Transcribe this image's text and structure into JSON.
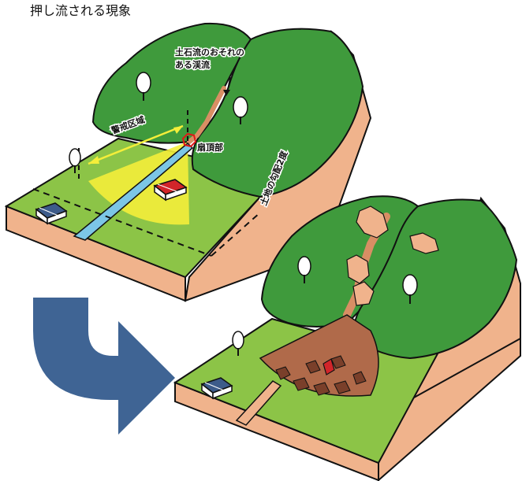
{
  "title": "押し流される現象",
  "labels": {
    "stream_line1": "土石流のおそれの",
    "stream_line2": "ある渓流",
    "warning_zone": "警戒区域",
    "fan_apex": "扇頂部",
    "slope_angle": "土地の勾配2度"
  },
  "colors": {
    "mountain": "#3f9a3c",
    "mountain_dark": "#2d7a2c",
    "flat_green": "#8cc447",
    "soil": "#f0b38c",
    "soil_dark": "#d88e64",
    "stream": "#7cc6e6",
    "danger_fan": "#f4ee3a",
    "arrow_blue": "#3f6494",
    "house_red": "#d2252a",
    "house_blue": "#3d5b8a",
    "debris": "#b06a4a"
  },
  "icons": [
    "tree-icon",
    "house-icon",
    "curved-arrow-icon"
  ]
}
